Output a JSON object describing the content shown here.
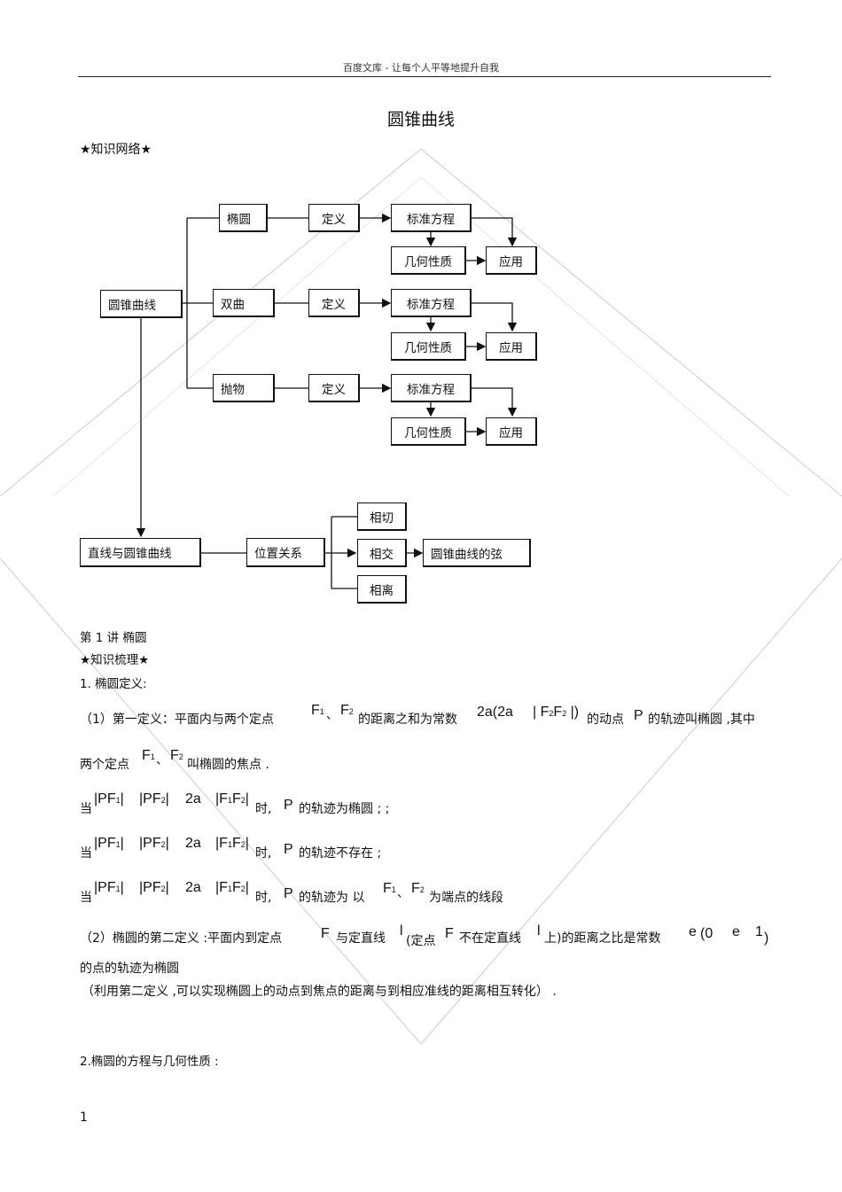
{
  "header": "百度文库  -  让每个人平等地提升自我",
  "title": "圆锥曲线",
  "network_heading": "★知识网络★",
  "diagram": {
    "root": "圆锥曲线",
    "ellipse": "椭圆",
    "hyperbola": "双曲",
    "parabola": "抛物",
    "definition": "定义",
    "standard_equation": "标准方程",
    "geometric_properties": "几何性质",
    "application": "应用",
    "line_and_conic": "直线与圆锥曲线",
    "position_relation": "位置关系",
    "tangent": "相切",
    "intersect": "相交",
    "separate": "相离",
    "chord": "圆锥曲线的弦"
  },
  "lecture": "第 1 讲   椭圆",
  "review_heading": "★知识梳理★",
  "s1_heading": "1.  椭圆定义:",
  "def1": {
    "lead": "（1）第一定义：平面内与两个定点",
    "f1": "F",
    "sep": "、",
    "f2": "F",
    "mid": "的距离之和为常数",
    "const": "2a(2a",
    "f2f2": "F",
    "after": "的动点",
    "p": "P",
    "tail": "的轨迹叫椭圆   ,其中",
    "line2_lead": "两个定点",
    "line2_tail": "叫椭圆的焦点   ."
  },
  "cases": [
    {
      "lead": "当",
      "pf1": "PF",
      "pf2": "PF",
      "twoa": "2a",
      "f1f2": "F",
      "shi": "时,",
      "p": "P",
      "tail": "的轨迹为椭圆     ;                    ;"
    },
    {
      "lead": "当",
      "pf1": "PF",
      "pf2": "PF",
      "twoa": "2a",
      "f1f2": "F",
      "shi": "时,",
      "p": "P",
      "tail": "的轨迹不存在   ;"
    },
    {
      "lead": "当",
      "pf1": "PF",
      "pf2": "PF",
      "twoa": "2a",
      "f1f2": "F",
      "shi": "时,",
      "p": "P",
      "tail": "的轨迹为     以"
    }
  ],
  "case3_end": "为端点的线段",
  "def2": {
    "lead": "（2）椭圆的第二定义    :平面内到定点",
    "f": "F",
    "mid1": "与定直线",
    "l": "l",
    "mid2": "(定点",
    "mid3": "不在定直线",
    "mid4": "上)的距离之比是常数",
    "e": "e",
    "zero": "(0",
    "e2": "e",
    "one": "1",
    "close": ")",
    "line2": "的点的轨迹为椭圆",
    "note": "（利用第二定义   ,可以实现椭圆上的动点到焦点的距离与到相应准线的距离相互转化）               ."
  },
  "s2_heading": "2.椭圆的方程与几何性质     :",
  "page_number": "1",
  "sub1": "1",
  "sub2": "2"
}
